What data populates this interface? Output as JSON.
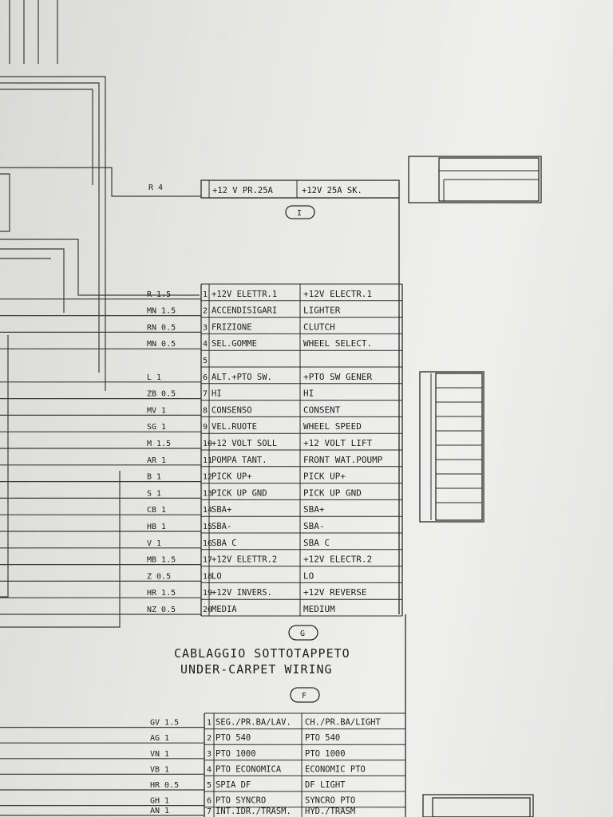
{
  "connector_I": {
    "letter": "I",
    "wire": "R 4",
    "it": "+12 V PR.25A",
    "en": "+12V 25A SK."
  },
  "connector_G": {
    "letter": "G",
    "rows": [
      {
        "n": "1",
        "wire": "R 1.5",
        "it": "+12V ELETTR.1",
        "en": "+12V ELECTR.1"
      },
      {
        "n": "2",
        "wire": "MN 1.5",
        "it": "ACCENDISIGARI",
        "en": "LIGHTER"
      },
      {
        "n": "3",
        "wire": "RN 0.5",
        "it": "FRIZIONE",
        "en": "CLUTCH"
      },
      {
        "n": "4",
        "wire": "MN 0.5",
        "it": "SEL.GOMME",
        "en": "WHEEL SELECT."
      },
      {
        "n": "5",
        "wire": "",
        "it": "",
        "en": ""
      },
      {
        "n": "6",
        "wire": "L 1",
        "it": "ALT.+PTO SW.",
        "en": "+PTO SW GENER"
      },
      {
        "n": "7",
        "wire": "ZB 0.5",
        "it": "HI",
        "en": "HI"
      },
      {
        "n": "8",
        "wire": "MV 1",
        "it": "CONSENSO",
        "en": "CONSENT"
      },
      {
        "n": "9",
        "wire": "SG 1",
        "it": "VEL.RUOTE",
        "en": "WHEEL SPEED"
      },
      {
        "n": "10",
        "wire": "M 1.5",
        "it": "+12 VOLT SOLL",
        "en": "+12 VOLT LIFT"
      },
      {
        "n": "11",
        "wire": "AR 1",
        "it": "POMPA TANT.",
        "en": "FRONT WAT.POUMP"
      },
      {
        "n": "12",
        "wire": "B 1",
        "it": "PICK UP+",
        "en": "PICK UP+"
      },
      {
        "n": "13",
        "wire": "S 1",
        "it": "PICK UP GND",
        "en": "PICK UP GND"
      },
      {
        "n": "14",
        "wire": "CB 1",
        "it": "SBA+",
        "en": "SBA+"
      },
      {
        "n": "15",
        "wire": "HB 1",
        "it": "SBA-",
        "en": "SBA-"
      },
      {
        "n": "16",
        "wire": "V 1",
        "it": "SBA C",
        "en": "SBA C"
      },
      {
        "n": "17",
        "wire": "MB 1.5",
        "it": "+12V ELETTR.2",
        "en": "+12V ELECTR.2"
      },
      {
        "n": "18",
        "wire": "Z 0.5",
        "it": "LO",
        "en": "LO"
      },
      {
        "n": "19",
        "wire": "HR 1.5",
        "it": "+12V INVERS.",
        "en": "+12V REVERSE"
      },
      {
        "n": "20",
        "wire": "NZ 0.5",
        "it": "MEDIA",
        "en": "MEDIUM"
      }
    ]
  },
  "section_title": {
    "line1": "CABLAGGIO SOTTOTAPPETO",
    "line2": "UNDER-CARPET WIRING"
  },
  "connector_F": {
    "letter": "F",
    "rows": [
      {
        "n": "1",
        "wire": "GV 1.5",
        "it": "SEG./PR.BA/LAV.",
        "en": "CH./PR.BA/LIGHT"
      },
      {
        "n": "2",
        "wire": "AG 1",
        "it": "PTO 540",
        "en": "PTO 540"
      },
      {
        "n": "3",
        "wire": "VN 1",
        "it": "PTO 1000",
        "en": "PTO 1000"
      },
      {
        "n": "4",
        "wire": "VB 1",
        "it": "PTO ECONOMICA",
        "en": "ECONOMIC PTO"
      },
      {
        "n": "5",
        "wire": "HR 0.5",
        "it": "SPIA DF",
        "en": "DF LIGHT"
      },
      {
        "n": "6",
        "wire": "GH 1",
        "it": "PTO SYNCRO",
        "en": "SYNCRO PTO"
      },
      {
        "n": "7",
        "wire": "AN 1",
        "it": "INT.IDR./TRASM.",
        "en": "HYD./TRASM"
      }
    ]
  }
}
